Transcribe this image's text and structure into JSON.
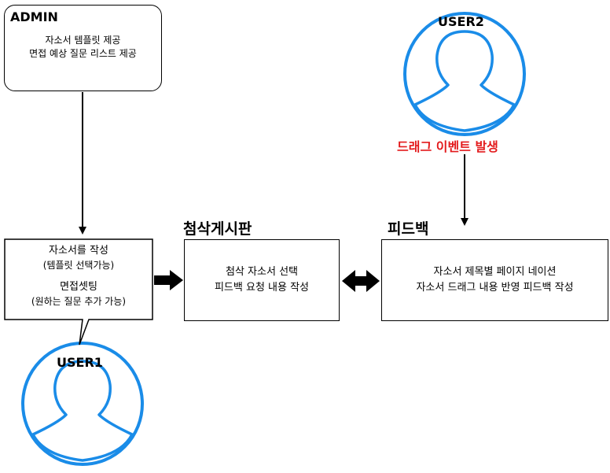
{
  "admin": {
    "title": "ADMIN",
    "line1": "자소서 템플릿 제공",
    "line2": "면접 예상 질문 리스트 제공"
  },
  "user1": {
    "label": "USER1",
    "note_line1": "자소서를 작성",
    "note_line2": "(템플릿 선택가능)",
    "note_line3": "면접셋팅",
    "note_line4": "(원하는 질문 추가 가능)"
  },
  "user2": {
    "label": "USER2",
    "event_text": "드래그 이벤트 발생",
    "event_color": "#e31a1c"
  },
  "board": {
    "heading": "첨삭게시판",
    "line1": "첨삭 자소서 선택",
    "line2": "피드백 요청 내용 작성"
  },
  "feedback": {
    "heading": "피드백",
    "line1": "자소서 제목별 페이지 네이션",
    "line2": "자소서 드래그 내용 반영 피드백 작성"
  },
  "colors": {
    "user_icon": "#1a8ce8",
    "stroke": "#000000"
  }
}
